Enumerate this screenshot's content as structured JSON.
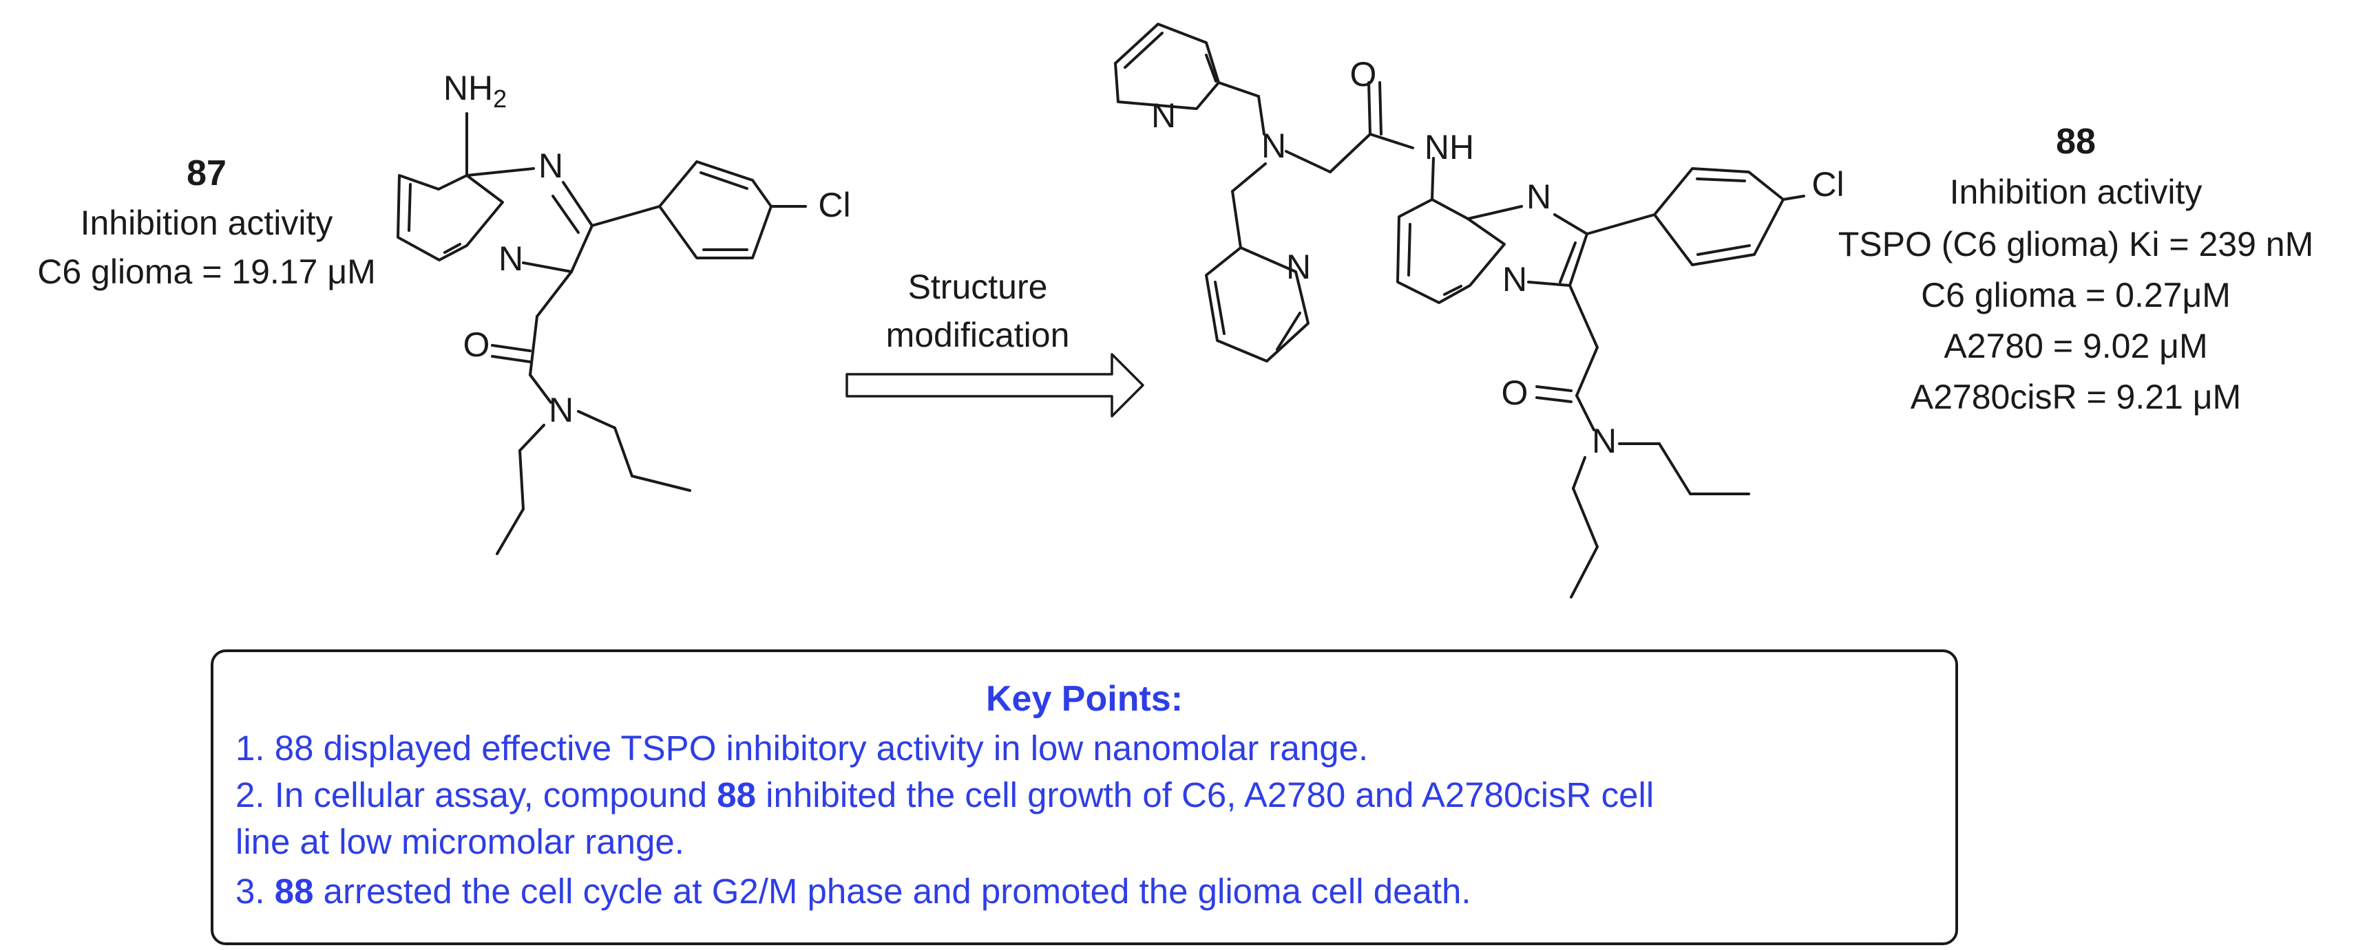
{
  "compounds": {
    "c87": {
      "id": "87",
      "activity_title": "Inhibition activity",
      "activities": [
        "C6 glioma = 19.17 μM"
      ]
    },
    "c88": {
      "id": "88",
      "activity_title": "Inhibition activity",
      "activities": [
        "TSPO (C6 glioma) Ki = 239 nM",
        "C6 glioma = 0.27μM",
        "A2780 = 9.02 μM",
        "A2780cisR = 9.21 μM"
      ]
    }
  },
  "arrow": {
    "line1": "Structure",
    "line2": "modification"
  },
  "atoms": {
    "nh2_n": "NH",
    "nh2_sub": "2",
    "n": "N",
    "cl": "Cl",
    "o": "O",
    "nh": "NH"
  },
  "key_points": {
    "title": "Key Points:",
    "p1": "1.  88 displayed effective TSPO inhibitory activity in low nanomolar range.",
    "p2_pre": "2. In cellular assay, compound ",
    "p2_bold": "88",
    "p2_post": " inhibited the cell growth of C6, A2780 and A2780cisR cell",
    "p2_cont": "line at low micromolar range.",
    "p3_pre": "3. ",
    "p3_bold": "88",
    "p3_post": " arrested the cell cycle at G2/M phase and promoted the glioma cell death."
  },
  "colors": {
    "accent": "#2e3ee6",
    "ink": "#1a1a1a"
  }
}
